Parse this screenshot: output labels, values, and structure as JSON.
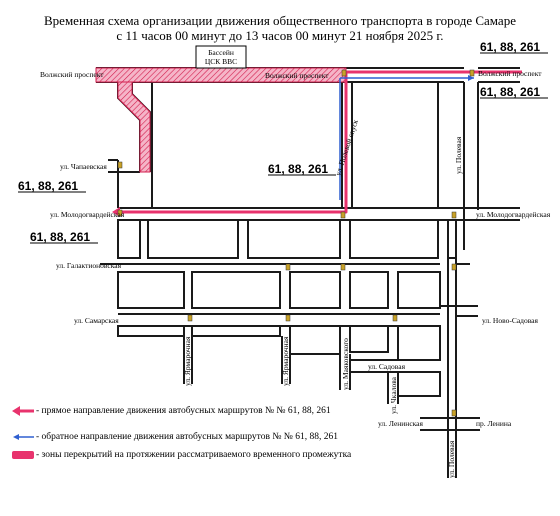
{
  "title": {
    "line1": "Временная схема организации движения общественного транспорта в городе Самаре",
    "line2": "с 11 часов 00 минут до 13 часов 00 минут 21 ноября 2025 г."
  },
  "route_label": "61, 88, 261",
  "landmark": {
    "line1": "Бассейн",
    "line2": "ЦСК ВВС"
  },
  "streets": {
    "volzhsky_left": "Волжский проспект",
    "volzhsky_center": "Волжский проспект",
    "volzhsky_right": "Волжский проспект",
    "chapaevskaya": "ул. Чапаевская",
    "molodogvardeyskaya_left": "ул. Молодогвардейская",
    "molodogvardeyskaya_right": "ул. Молодогвардейская",
    "galaktionovskaya": "ул. Галактионовская",
    "samarskaya": "ул. Самарская",
    "novo_sadovaya": "ул. Ново-Садовая",
    "yarmarochnaya_1": "ул. Ярмарочная",
    "yarmarochnaya_2": "ул. Ярмарочная",
    "mayakovskogo": "ул. Маяковского",
    "sadovaya": "ул. Садовая",
    "chkalova": "ул. Чкалова",
    "leninskaya": "ул. Ленинская",
    "lenina": "пр. Ленина",
    "polevaya_upper": "ул. Полевая",
    "polevaya_lower": "ул. Полевая",
    "diagonal": "ул. Полевой спуск"
  },
  "legend": [
    {
      "symbol": "red-arrow",
      "text": "- прямое направление движения автобусных маршрутов № № 61, 88, 261"
    },
    {
      "symbol": "blue-arrow",
      "text": "- обратное направление движения автобусных маршрутов № № 61, 88, 261"
    },
    {
      "symbol": "closure-zone",
      "text": "- зоны перекрытий на протяжении рассматриваемого временного промежутка"
    }
  ],
  "colors": {
    "direct_route": "#e8336d",
    "reverse_route": "#2f5fd0",
    "closure_fill": "#f0a0b8",
    "closure_stroke": "#d21e4e",
    "road": "#1a1a1a"
  }
}
